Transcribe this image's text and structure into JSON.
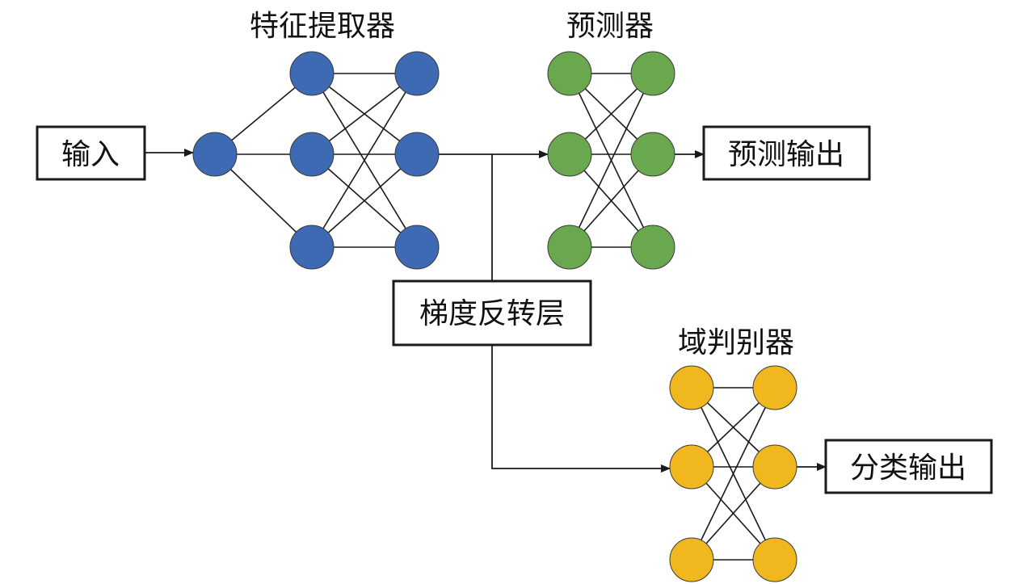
{
  "labels": {
    "input": "输入",
    "feature_extractor": "特征提取器",
    "predictor": "预测器",
    "prediction_output": "预测输出",
    "gradient_reversal_layer": "梯度反转层",
    "domain_discriminator": "域判别器",
    "classification_output": "分类输出"
  },
  "colors": {
    "feature_node": "#3d6ab3",
    "predictor_node": "#6aa84f",
    "discriminator_node": "#f0b81e",
    "line": "#1a1a1a"
  }
}
